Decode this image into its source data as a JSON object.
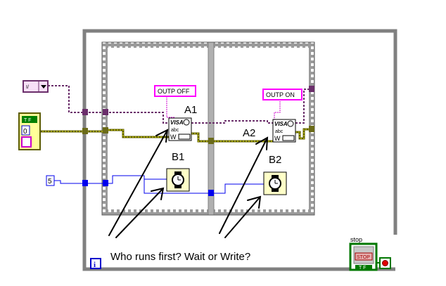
{
  "diagram": {
    "type": "LabVIEW block diagram",
    "strings": {
      "outp_off": "OUTP OFF",
      "outp_on": "OUTP ON"
    },
    "numeric_constant": "5",
    "labels": {
      "a1": "A1",
      "a2": "A2",
      "b1": "B1",
      "b2": "B2"
    },
    "annotation": "Who runs first? Wait or Write?",
    "stop": {
      "label": "stop",
      "button_text": "STOP",
      "indicator_text": "T F"
    },
    "cluster": {
      "bool_text": "T F",
      "numeric": "0"
    },
    "visa_node": {
      "title": "VISA",
      "sub": "abc",
      "io": "W"
    },
    "info_icon": "i",
    "colors": {
      "wire_string": "#cc00cc",
      "wire_visa": "#6b2f6b",
      "wire_error": "#5c5c00",
      "wire_numeric": "#0000ee",
      "while_loop": "#7a7a7a",
      "stop_frame": "#007700",
      "tunnel_purple": "#6b2f6b",
      "tunnel_error": "#6b6b1a",
      "tunnel_blue": "#0000ee"
    }
  }
}
